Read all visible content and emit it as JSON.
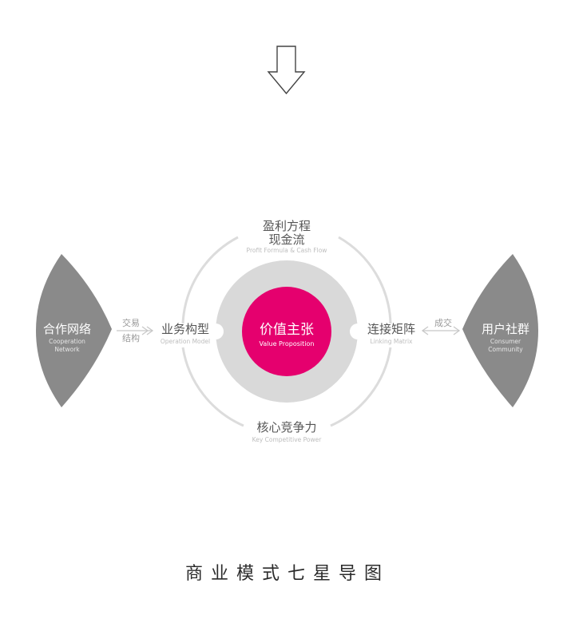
{
  "center": {
    "zh": "价值主张",
    "en": "Value Proposition"
  },
  "top": {
    "line1": "盈利方程",
    "line2": "现金流",
    "en": "Profit Formula & Cash Flow"
  },
  "bottom": {
    "zh": "核心竞争力",
    "en": "Key Competitive Power"
  },
  "left_node": {
    "zh": "业务构型",
    "en": "Operation Model"
  },
  "right_node": {
    "zh": "连接矩阵",
    "en": "Linking Matrix"
  },
  "left_fan": {
    "zh": "合作网络",
    "en_line1": "Cooperation",
    "en_line2": "Network"
  },
  "right_fan": {
    "zh": "用户社群",
    "en_line1": "Consumer",
    "en_line2": "Community"
  },
  "left_connector": {
    "line1": "交易",
    "line2": "结构"
  },
  "right_connector": {
    "line1": "成交"
  },
  "caption": "商业模式七星导图",
  "colors": {
    "accent": "#e5006e",
    "fan": "#8a8a8a",
    "ring": "#d9d9d9",
    "orbit": "#dcdcdc",
    "text_dark": "#555555",
    "text_light": "#bdbdbd"
  }
}
